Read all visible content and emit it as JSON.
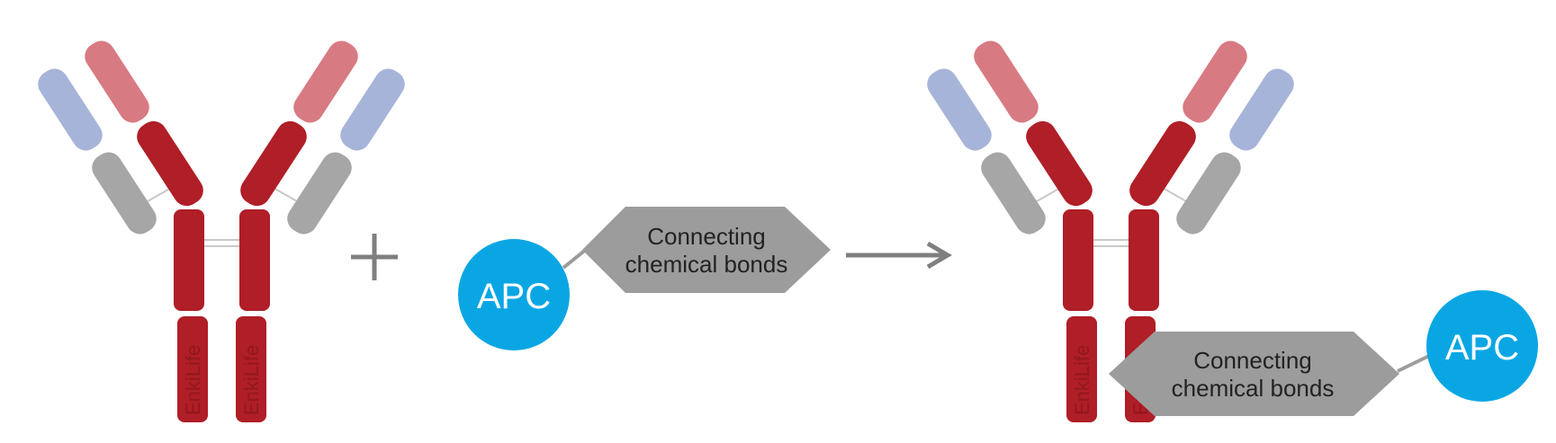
{
  "colors": {
    "heavy_chain": "#b01e27",
    "heavy_chain_variable": "#b01e27",
    "heavy_top": "#d87a82",
    "light_constant": "#a6a6a6",
    "light_variable": "#a7b4d9",
    "linker": "#9c9c9c",
    "apc": "#0aa6e4",
    "arrow": "#7f7f7f",
    "plus": "#7f7f7f"
  },
  "left_antibody": {
    "watermark_left": "EnkiLife",
    "watermark_right": "EnkiLife"
  },
  "reagent": {
    "apc_label": "APC",
    "bond_line1": "Connecting",
    "bond_line2": "chemical bonds"
  },
  "operator": {
    "plus": "+",
    "icon": "plus-icon",
    "arrow_icon": "right-arrow-icon"
  },
  "conjugate": {
    "watermark_left": "EnkiLife",
    "watermark_right": "EnkiLife",
    "apc_label": "APC",
    "bond_line1": "Connecting",
    "bond_line2": "chemical bonds"
  }
}
